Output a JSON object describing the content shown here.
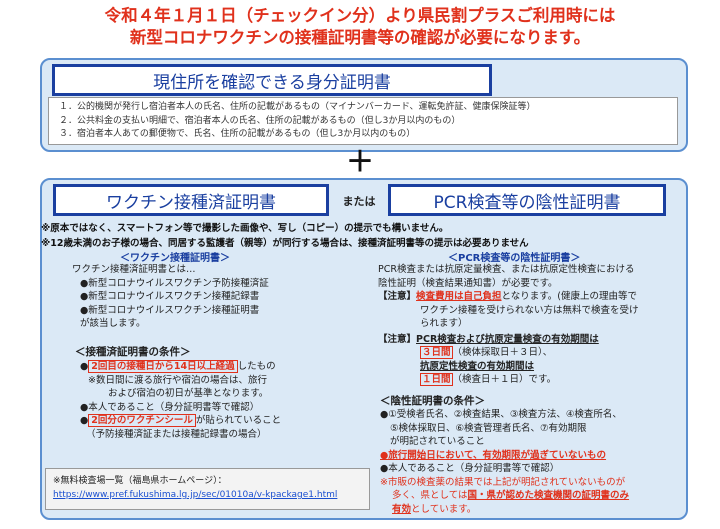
{
  "header": {
    "line1": "令和４年１月１日（チェックイン分）より県民割プラスご利用時には",
    "line2": "新型コロナワクチンの接種証明書等の確認が必要になります。"
  },
  "id_section": {
    "title": "現住所を確認できる身分証明書",
    "items": [
      "１．公的機関が発行し宿泊者本人の氏名、住所の記載があるもの（マイナンバーカード、運転免許証、健康保険証等）",
      "２．公共料金の支払い明細で、宿泊者本人の氏名、住所の記載があるもの（但し3か月以内のもの）",
      "３．宿泊者本人あての郵便物で、氏名、住所の記載があるもの（但し3か月以内のもの）"
    ]
  },
  "plus": "＋",
  "vaccine_title": "ワクチン接種済証明書",
  "or_text": "または",
  "pcr_title": "PCR検査等の陰性証明書",
  "notes": [
    "※原本ではなく、スマートフォン等で撮影した画像や、写し（コピー）の提示でも構いません。",
    "※12歳未満のお子様の場合、同居する監護者（親等）が同行する場合は、接種済証明書等の提示は必要ありません"
  ],
  "vaccine": {
    "subtitle": "＜ワクチン接種証明書＞",
    "intro": "ワクチン接種済証明書とは…",
    "types": [
      "●新型コロナウイルスワクチン予防接種済証",
      "●新型コロナウイルスワクチン接種記録書",
      "●新型コロナウイルスワクチン接種証明書"
    ],
    "applies": "が該当します。",
    "cond_title": "＜接種済証明書の条件＞",
    "c1_prefix": "●",
    "c1_highlight": "2回目の接種日から14日以上経過",
    "c1_suffix": "したもの",
    "c1_note1": "※数日間に渡る旅行や宿泊の場合は、旅行",
    "c1_note2": "および宿泊の初日が基準となります。",
    "c2": "●本人であること（身分証明書等で確認）",
    "c3_prefix": "●",
    "c3_highlight": "2回分のワクチンシール",
    "c3_suffix": "が貼られていること",
    "c3_note": "（予防接種済証または接種記録書の場合）"
  },
  "pcr": {
    "subtitle": "＜PCR検査等の陰性証明書＞",
    "intro1": "PCR検査または抗原定量検査、または抗原定性検査における",
    "intro2": "陰性証明（検査結果通知書）が必要です。",
    "cost_label": "【注意】",
    "cost_highlight": "検査費用は自己負担",
    "cost_suffix": "となります。(健康上の理由等で",
    "cost_line2": "ワクチン接種を受けられない方は無料で検査を受け",
    "cost_line3": "られます）",
    "valid_label": "【注意】",
    "valid_title1": "PCR検査および抗原定量検査の有効期間は",
    "valid_days1": "３日間",
    "valid_detail1": "（検体採取日＋３日）、",
    "valid_title2": "抗原定性検査の有効期間は",
    "valid_days2": "１日間",
    "valid_detail2": "（検査日＋１日）",
    "valid_end": "です。",
    "cond_title": "＜陰性証明書の条件＞",
    "c1a": "●①受検者氏名、②検査結果、③検査方法、④検査所名、",
    "c1b": "⑤検体採取日、⑥検査管理者氏名、⑦有効期限",
    "c1c": "が明記されていること",
    "c2": "●旅行開始日において、有効期限が過ぎていないもの",
    "c3": "●本人であること（身分証明書等で確認）",
    "c4a": "※市販の検査薬の結果では上記が明記されていないものが",
    "c4b_prefix": "多く、県としては",
    "c4b_highlight": "国・県が認めた検査機関の証明書のみ",
    "c4c_highlight": "有効",
    "c4c_suffix": "としています。"
  },
  "free_test": {
    "label": "※無料検査場一覧（福島県ホームページ）：",
    "url": "https://www.pref.fukushima.lg.jp/sec/01010a/v-kpackage1.html"
  }
}
